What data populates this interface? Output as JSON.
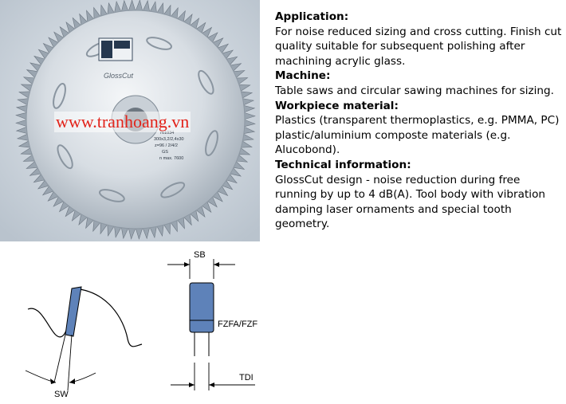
{
  "watermark": "www.tranhoang.vn",
  "blade_label": {
    "line1": "761034",
    "line2": "300x3,2/2,4x30",
    "line3": "z=96 / 2/4/2",
    "line4": "GS",
    "line5": "n max. 7600"
  },
  "sections": [
    {
      "heading": "Application:",
      "body": "For noise reduced sizing and cross cutting. Finish cut quality suitable for subsequent polishing after machining acrylic glass."
    },
    {
      "heading": "Machine:",
      "body": "Table saws and circular sawing machines for sizing."
    },
    {
      "heading": "Workpiece material:",
      "body": "Plastics (transparent thermoplastics, e.g. PMMA, PC) plastic/aluminium composte materials (e.g. Alucobond)."
    },
    {
      "heading": "Technical information:",
      "body": "GlossCut design - noise reduction during free running by up to 4 dB(A). Tool body with vibration damping laser ornaments and special tooth geometry."
    }
  ],
  "diagram": {
    "sb": "SB",
    "sw": "SW",
    "tooth": "FZFA/FZF",
    "tdi": "TDI"
  },
  "colors": {
    "tooth_fill": "#5e82b9",
    "watermark": "#e2231a"
  }
}
